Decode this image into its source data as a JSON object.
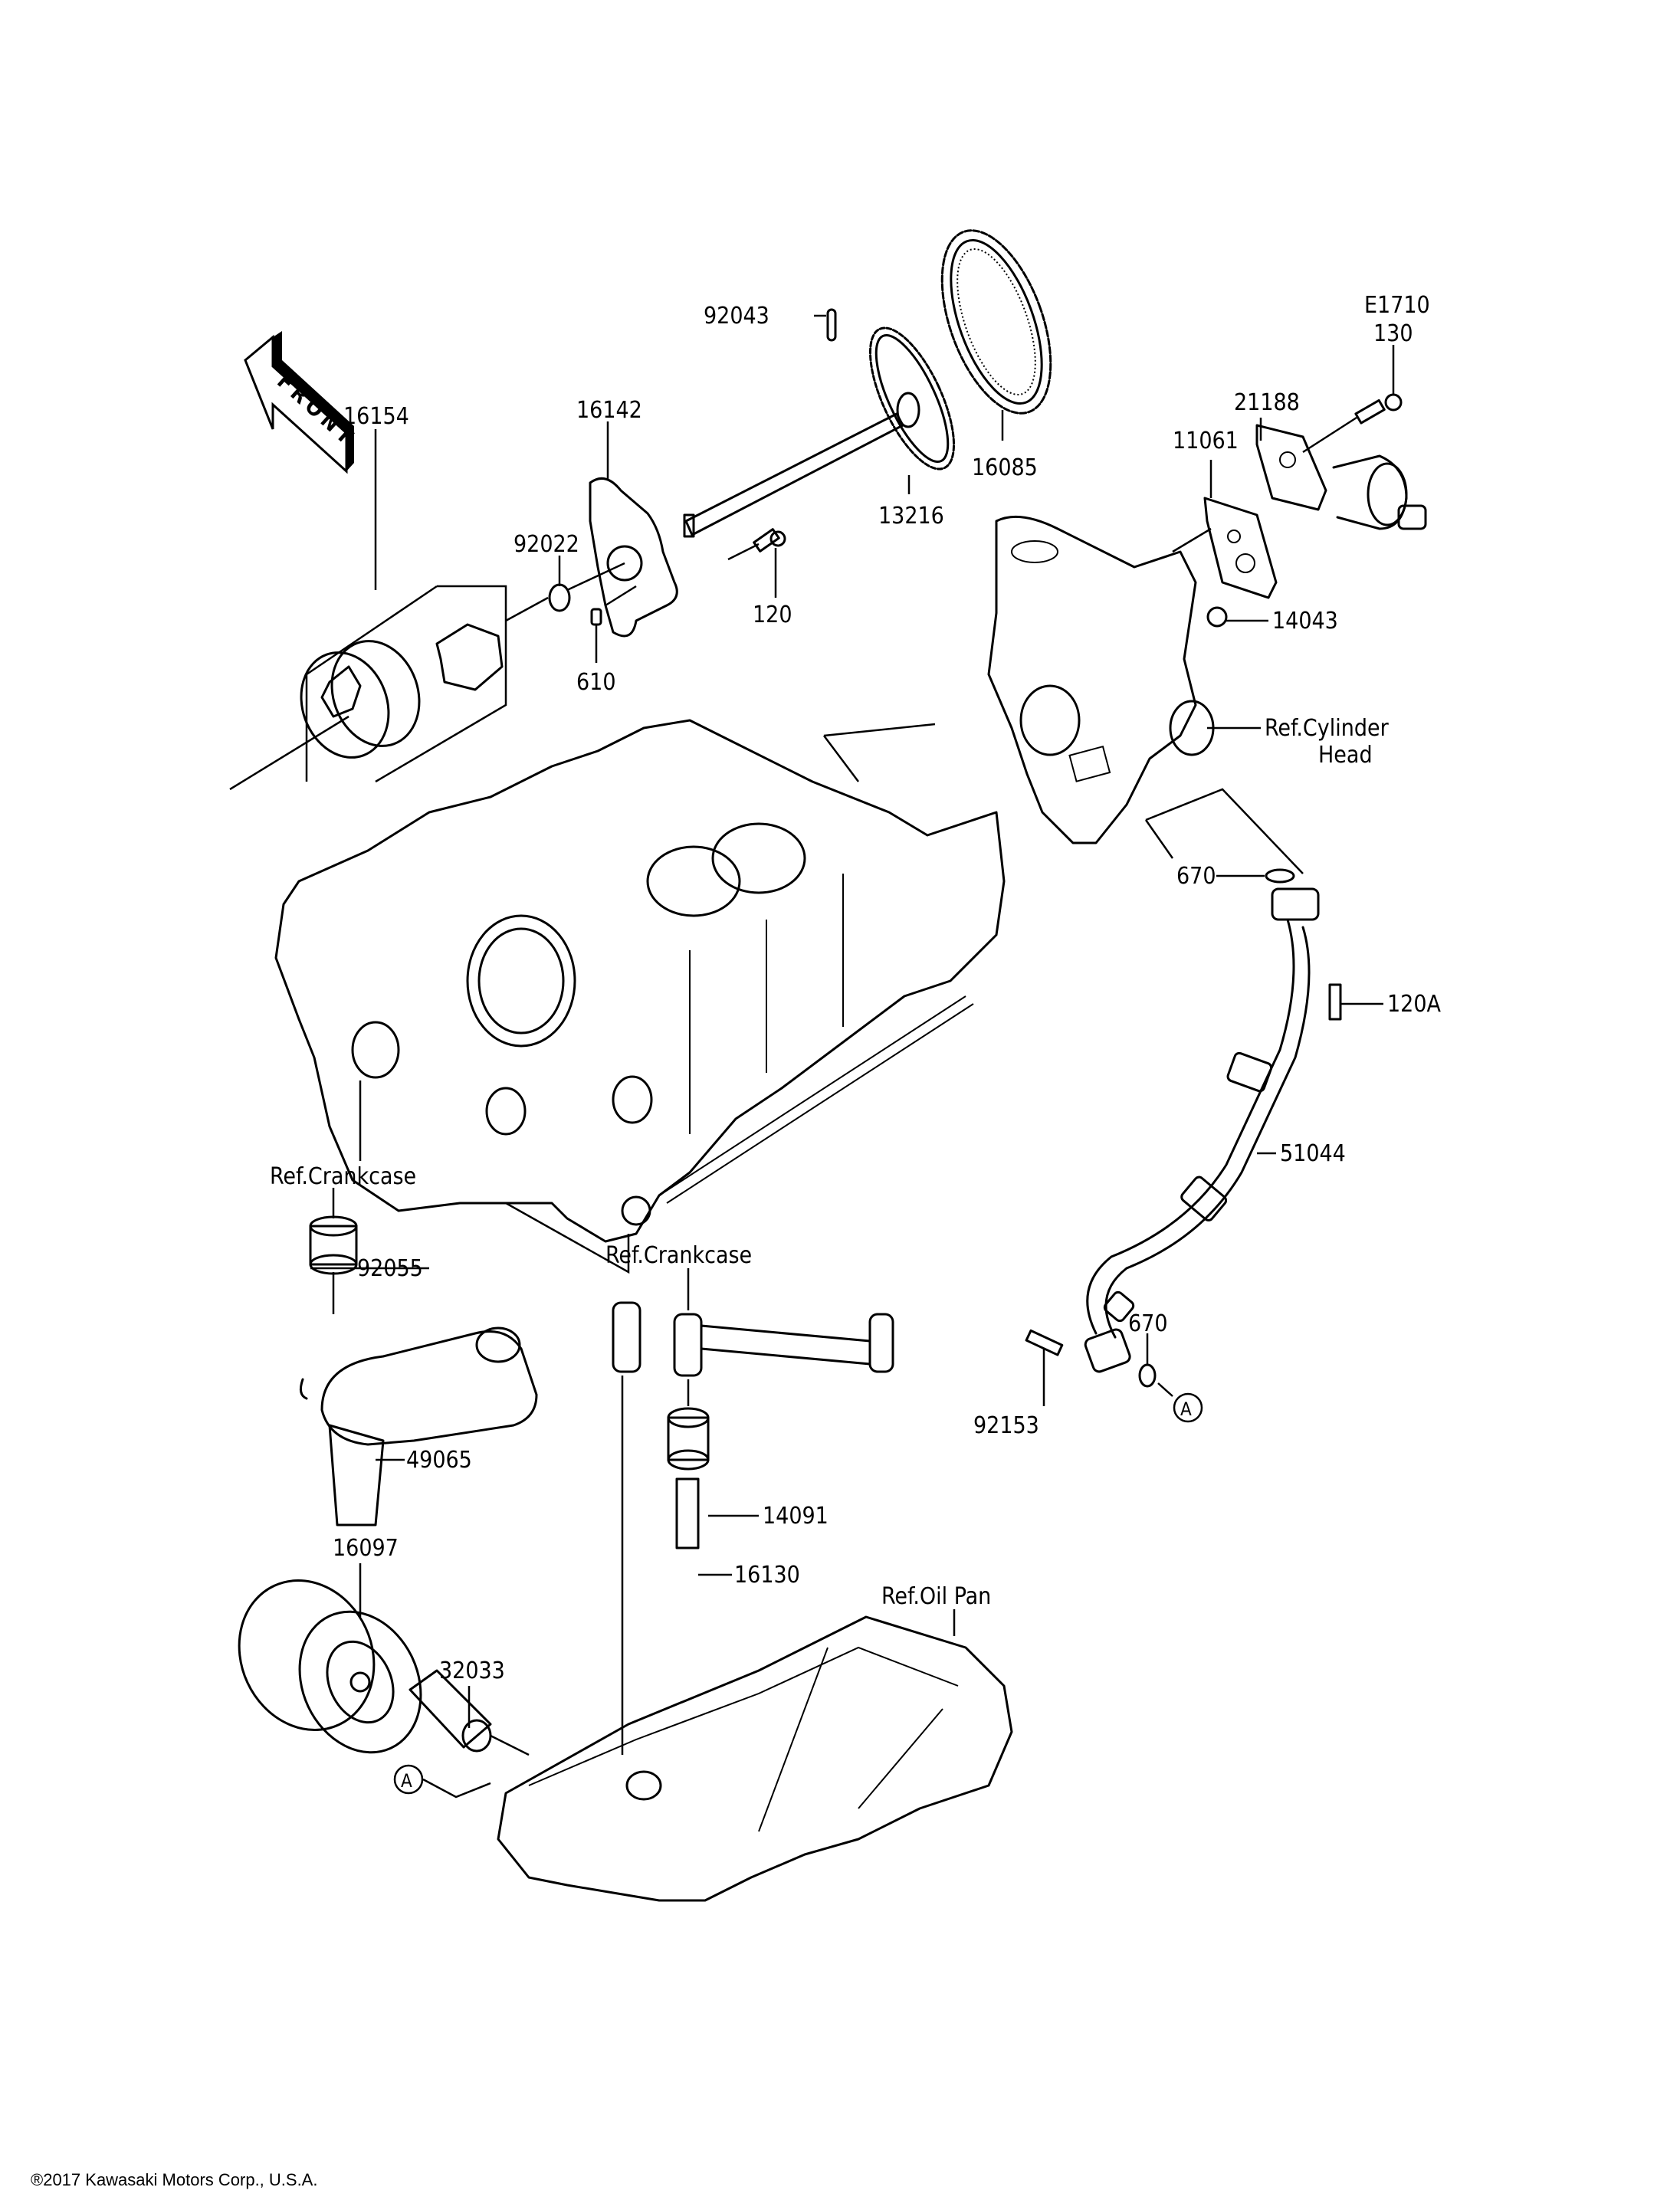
{
  "front_marker": "FRONT",
  "callouts": {
    "c92043": "92043",
    "c16085": "16085",
    "c13216": "13216",
    "c16142": "16142",
    "c92022": "92022",
    "c16154": "16154",
    "c120": "120",
    "c610": "610",
    "cE1710": "E1710",
    "c130": "130",
    "c21188": "21188",
    "c11061": "11061",
    "c14043": "14043",
    "cRefCyl1": "Ref.Cylinder",
    "cRefCyl2": "Head",
    "c670a": "670",
    "c120A": "120A",
    "c51044": "51044",
    "cRefCrank1": "Ref.Crankcase",
    "c92055": "92055",
    "cRefCrank2": "Ref.Crankcase",
    "c670b": "670",
    "cA1": "A",
    "c92153": "92153",
    "c49065": "49065",
    "c14091": "14091",
    "c16097": "16097",
    "c16130": "16130",
    "cRefOilPan": "Ref.Oil Pan",
    "c32033": "32033",
    "cA2": "A"
  },
  "copyright": "®2017 Kawasaki Motors Corp., U.S.A."
}
